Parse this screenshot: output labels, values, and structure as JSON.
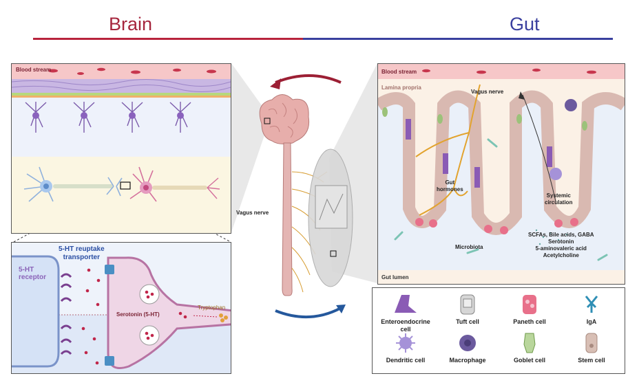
{
  "header": {
    "brain": "Brain",
    "gut": "Gut"
  },
  "brain_panel": {
    "blood_stream": "Blood stream"
  },
  "synapse_panel": {
    "receptor": "5-HT\nreceptor",
    "transporter": "5-HT reuptake\ntransporter",
    "serotonin": "Serotonin (5-HT)",
    "tryptophan": "Tryptophan"
  },
  "center": {
    "vagus_nerve": "Vagus nerve"
  },
  "gut_panel": {
    "blood_stream": "Blood stream",
    "lamina_propria": "Lamina propria",
    "vagus_nerve": "Vagus nerve",
    "gut_hormones": "Gut\nhormones",
    "systemic_circulation": "Systemic\ncirculation",
    "metabolites": "SCFAs, Bile acids, GABA\nSerotonin\n5-aminovaleric acid\nAcetylcholine",
    "microbiota": "Microbiota",
    "gut_lumen": "Gut lumen"
  },
  "legend": [
    {
      "label": "Enteroendocrine\ncell",
      "icon": "enteroendocrine-cell-icon",
      "color": "#8a5bb5"
    },
    {
      "label": "Tuft cell",
      "icon": "tuft-cell-icon",
      "color": "#bdbdbd"
    },
    {
      "label": "Paneth cell",
      "icon": "paneth-cell-icon",
      "color": "#e8708a"
    },
    {
      "label": "IgA",
      "icon": "iga-icon",
      "color": "#2f8fb5"
    },
    {
      "label": "Dendritic cell",
      "icon": "dendritic-cell-icon",
      "color": "#a592d8"
    },
    {
      "label": "Macrophage",
      "icon": "macrophage-icon",
      "color": "#6b5a9e"
    },
    {
      "label": "Goblet cell",
      "icon": "goblet-cell-icon",
      "color": "#9cc27a"
    },
    {
      "label": "Stem cell",
      "icon": "stem-cell-icon",
      "color": "#c9a79a"
    }
  ]
}
